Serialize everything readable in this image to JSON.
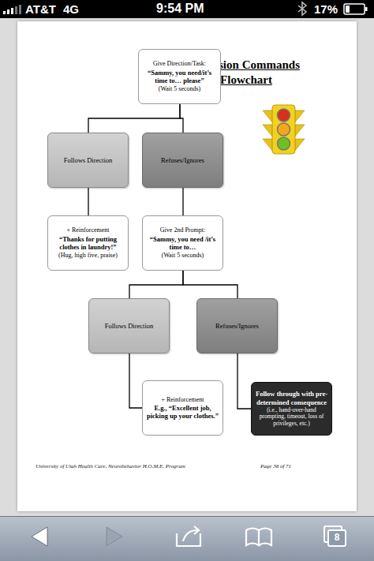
{
  "diagram": {
    "title": "Precision Commands Flowchart",
    "nodes": [
      {
        "text": [
          "Give Direction/Task:",
          "“Sammy, you need/it’s time to… please”",
          "(Wait 5 seconds)"
        ]
      },
      {
        "text": [
          "Follows Direction"
        ]
      },
      {
        "text": [
          "Refuses/Ignores"
        ]
      },
      {
        "text": [
          "+ Reinforcement",
          "“Thanks for putting clothes in laundry!”",
          "(Hug, high five, praise)"
        ]
      },
      {
        "text": [
          "Give 2nd Prompt:",
          "“Sammy, you need /it’s time to…",
          "(Wait 5 seconds)"
        ]
      },
      {
        "text": [
          "Follows Direction"
        ]
      },
      {
        "text": [
          "Refuses/Ignores"
        ]
      },
      {
        "text": [
          "+ Reinforcement",
          "E.g., “Excellent job, picking up your clothes.”"
        ]
      },
      {
        "text": [
          "Follow through with pre-determined consequence",
          "(i.e., hand-over-hand prompting, timeout, loss of privileges, etc.)"
        ]
      }
    ],
    "edges": [
      {
        "from": 0,
        "to": 1,
        "arrow": "none"
      },
      {
        "from": 0,
        "to": 2,
        "arrow": "none"
      },
      {
        "from": 1,
        "to": 3,
        "arrow": "none"
      },
      {
        "from": 2,
        "to": 4,
        "arrow": "none"
      },
      {
        "from": 4,
        "to": 5,
        "arrow": "none"
      },
      {
        "from": 4,
        "to": 6,
        "arrow": "none"
      },
      {
        "from": 5,
        "to": 7,
        "arrow": "none"
      },
      {
        "from": 6,
        "to": 8,
        "arrow": "none"
      }
    ],
    "labels": [
      "AT&T",
      "4G",
      "9:54 PM",
      "17%",
      "University of Utah Health Care, Neurobehavior H.O.M.E. Program",
      "Page 38 of 71",
      "8"
    ]
  }
}
